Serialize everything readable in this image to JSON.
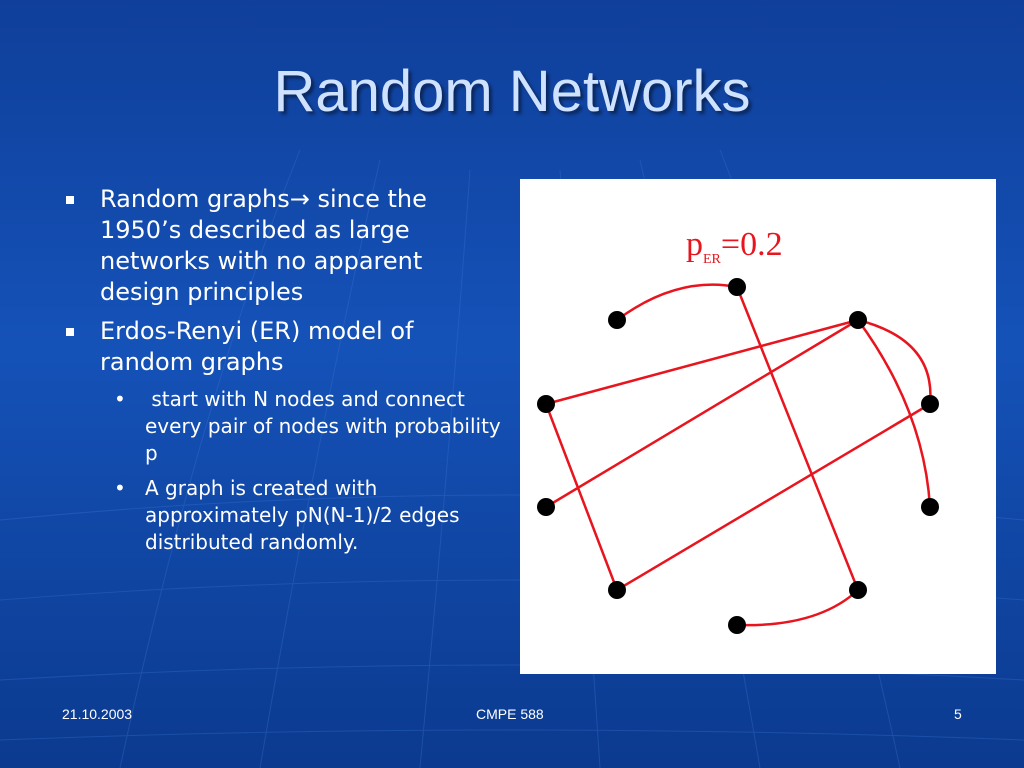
{
  "slide": {
    "title": "Random Networks",
    "bullets": [
      {
        "text": "Random graphs",
        "arrow": "→",
        "text_after": " since the 1950’s described as large networks with no apparent design principles"
      },
      {
        "text": "Erdos-Renyi (ER) model of random graphs"
      }
    ],
    "sub_bullets": [
      {
        "marker": "•",
        "text": " start with N nodes and connect every pair of nodes with probability p"
      },
      {
        "marker": "•",
        "text": "A graph is created with approximately pN(N-1)/2 edges distributed randomly."
      }
    ]
  },
  "figure": {
    "label_main": "p",
    "label_sub": "ER",
    "label_value": "=0.2",
    "edge_color": "#e8141e",
    "node_color": "#000000"
  },
  "footer": {
    "date": "21.10.2003",
    "course": "CMPE 588",
    "page": "5"
  }
}
